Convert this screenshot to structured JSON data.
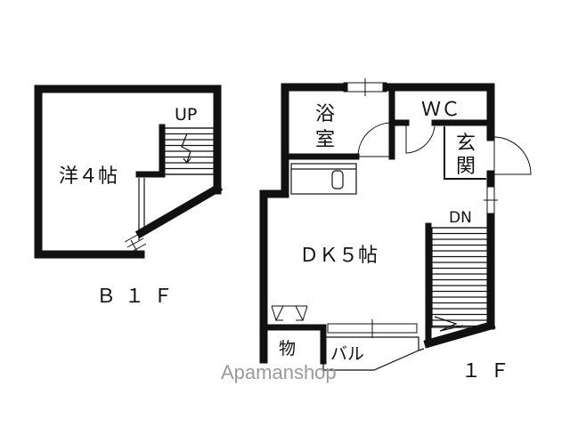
{
  "b1f": {
    "room": "洋４帖",
    "stair": "UP",
    "floor": "Ｂ１Ｆ"
  },
  "f1": {
    "bath_line1": "浴",
    "bath_line2": "室",
    "wc": "ＷＣ",
    "entrance_line1": "玄",
    "entrance_line2": "関",
    "stair": "DN",
    "dk": "ＤＫ５帖",
    "storage": "物",
    "balcony": "バル",
    "floor": "１Ｆ"
  },
  "watermark": "Apamanshop"
}
